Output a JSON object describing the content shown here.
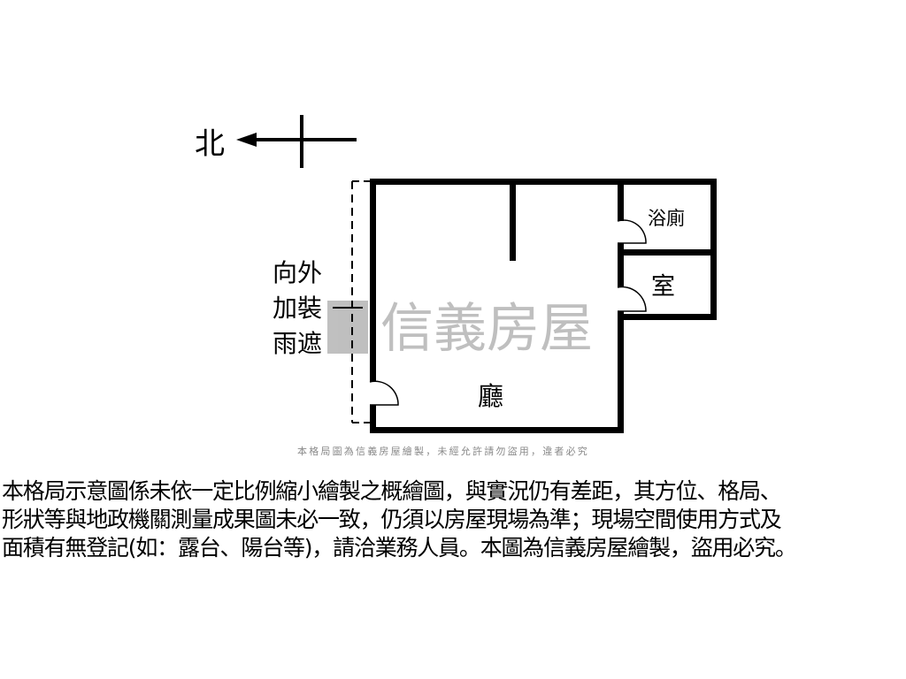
{
  "compass": {
    "label": "北"
  },
  "rooms": {
    "bath": "浴廁",
    "bedroom": "室",
    "living": "廳"
  },
  "annotation": {
    "lines": [
      "向外",
      "加裝",
      "雨遮"
    ]
  },
  "watermark": {
    "brand": "信義房屋",
    "subtitle": "本格局圖為信義房屋繪製，未經允許請勿盜用，違者必究"
  },
  "disclaimer": {
    "lines": [
      "本格局示意圖係未依一定比例縮小繪製之概繪圖，與實況仍有差距，其方位、格局、",
      "形狀等與地政機關測量成果圖未必一致，仍須以房屋現場為準；現場空間使用方式及",
      "面積有無登記(如：露台、陽台等)，請洽業務人員。本圖為信義房屋繪製，盜用必究。"
    ]
  },
  "colors": {
    "wall": "#000000",
    "watermark": "#8c8c8c"
  }
}
